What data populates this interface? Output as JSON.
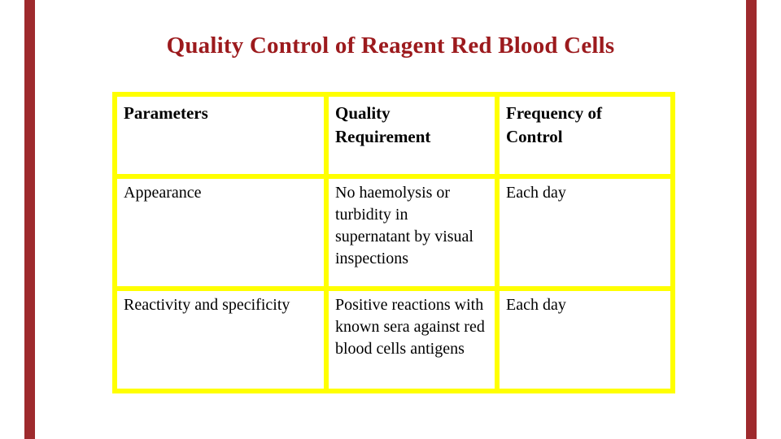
{
  "title": "Quality Control of Reagent Red Blood Cells",
  "colors": {
    "background": "#FFFFFF",
    "accent_bar": "#9E2A2D",
    "title_text": "#9C1A1D",
    "table_border": "#FFFF00",
    "cell_text": "#000000"
  },
  "table": {
    "header": {
      "parameters": "Parameters",
      "requirement": "Quality\nRequirement",
      "frequency": "Frequency of\nControl"
    },
    "rows": [
      {
        "parameter": "Appearance",
        "requirement": "No haemolysis or\nturbidity in\nsupernatant by visual\ninspections",
        "frequency": "Each day"
      },
      {
        "parameter": "Reactivity and specificity",
        "requirement": "Positive reactions with\nknown sera against red\nblood cells antigens",
        "frequency": "Each day"
      }
    ]
  }
}
